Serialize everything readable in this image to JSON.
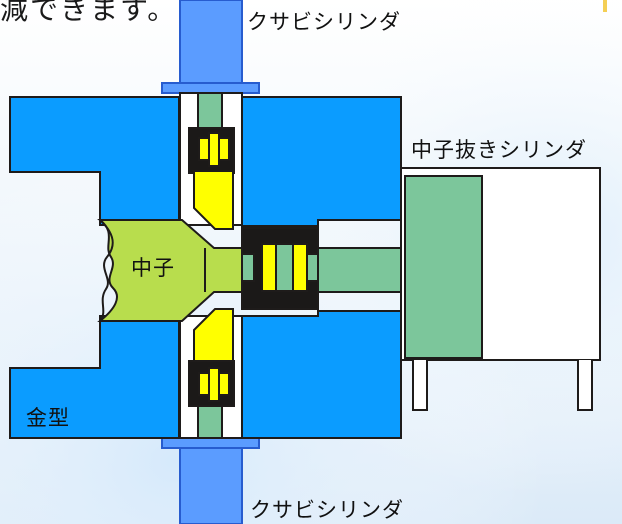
{
  "intro_text": "減できます。",
  "labels": {
    "top_cylinder": "クサビシリンダ",
    "core_pull_cylinder": "中子抜きシリンダ",
    "core": "中子",
    "mold": "金型",
    "bottom_cylinder": "クサビシリンダ"
  },
  "colors": {
    "mold_blue": "#0b9cff",
    "cylinder_blue": "#5b9cff",
    "core_green": "#b8dd4d",
    "rod_green": "#7cc69b",
    "yellow_block": "#ffff00",
    "black_holder": "#1b1918",
    "accent": "#f4cf55"
  },
  "icons": {
    "top_wedge": "wedge-cylinder-icon",
    "bottom_wedge": "wedge-cylinder-icon",
    "core_pull": "core-pull-cylinder-icon"
  }
}
